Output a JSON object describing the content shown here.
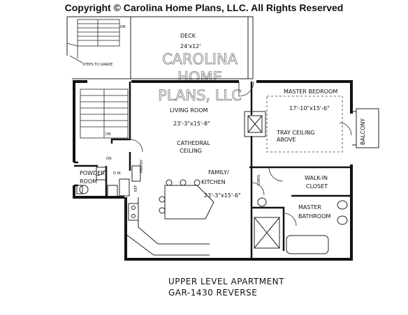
{
  "header": {
    "copyright": "Copyright © Carolina Home Plans, LLC. All Rights Reserved"
  },
  "watermark": {
    "line1": "CAROLINA",
    "line2": "HOME",
    "line3": "PLANS, LLC"
  },
  "rooms": {
    "deck": {
      "name": "DECK",
      "dims": "24'x12'"
    },
    "steps": "STEPS TO GRADE",
    "living": {
      "name": "LIVING ROOM",
      "dims": "23'-3\"x15'-8\""
    },
    "cathedral": {
      "line1": "CATHEDRAL",
      "line2": "CEILING"
    },
    "family": {
      "line1": "FAMILY/",
      "line2": "KITCHEN",
      "dims": "23'-3\"x15'-6\""
    },
    "master_bedroom": {
      "name": "MASTER BEDROOM",
      "dims": "17'-10\"x15'-6\""
    },
    "tray": {
      "line1": "TRAY CEILING",
      "line2": "ABOVE"
    },
    "balcony": "BALCONY",
    "walkin": {
      "line1": "WALK-IN",
      "line2": "CLOSET"
    },
    "master_bath": {
      "line1": "MASTER",
      "line2": "BATHROOM"
    },
    "powder": {
      "line1": "POWDER",
      "line2": "ROOM"
    },
    "linen": "LINEN",
    "dw": "D.W.",
    "refrig": "REF",
    "pantry": "PANTRY",
    "dn_top": "DN",
    "dn_stair": "DN",
    "dn_powder": "DN"
  },
  "caption": {
    "line1": "UPPER LEVEL APARTMENT",
    "line2": "GAR-1430 REVERSE"
  }
}
